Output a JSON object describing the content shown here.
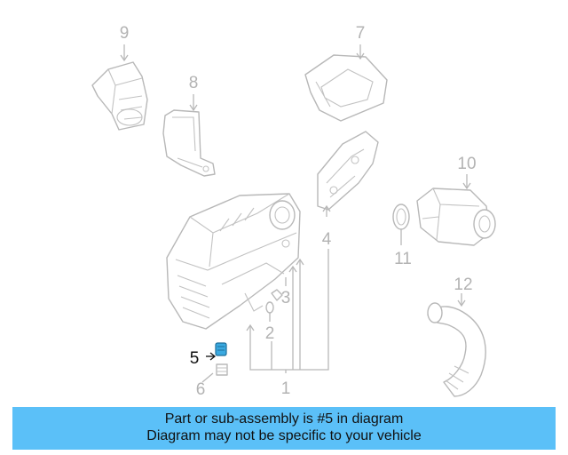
{
  "diagram": {
    "callouts": {
      "c1": "1",
      "c2": "2",
      "c3": "3",
      "c4": "4",
      "c5": "5",
      "c6": "6",
      "c7": "7",
      "c8": "8",
      "c9": "9",
      "c10": "10",
      "c11": "11",
      "c12": "12"
    },
    "highlighted_part": "5",
    "highlight_color": "#3aa9e0"
  },
  "banner": {
    "line1": "Part or sub-assembly is #5 in diagram",
    "line2": "Diagram may not be specific to your vehicle",
    "background": "#5bc0f8"
  }
}
